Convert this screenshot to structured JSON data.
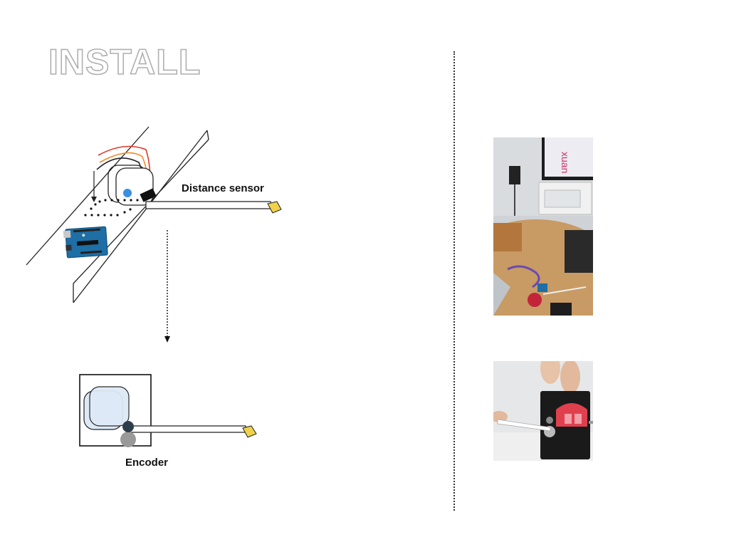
{
  "slide": {
    "title": "INSTALL",
    "labels": {
      "distance_sensor": "Distance sensor",
      "encoder": "Encoder"
    }
  },
  "photos": [
    {
      "name": "setup-photo",
      "description_icon": "photo-installation-room"
    },
    {
      "name": "encoder-photo",
      "description_icon": "photo-encoder-device"
    }
  ],
  "colors": {
    "title_outline": "#b0b0b0",
    "sensor_dot": "#3b8fe0",
    "tape_tip": "#f0d24a",
    "arduino": "#1d6fa5",
    "encoder_fill": "#dde9f6",
    "wire_red": "#e03a2a",
    "wire_orange": "#f08a2a",
    "wire_yellow": "#f2d530"
  }
}
